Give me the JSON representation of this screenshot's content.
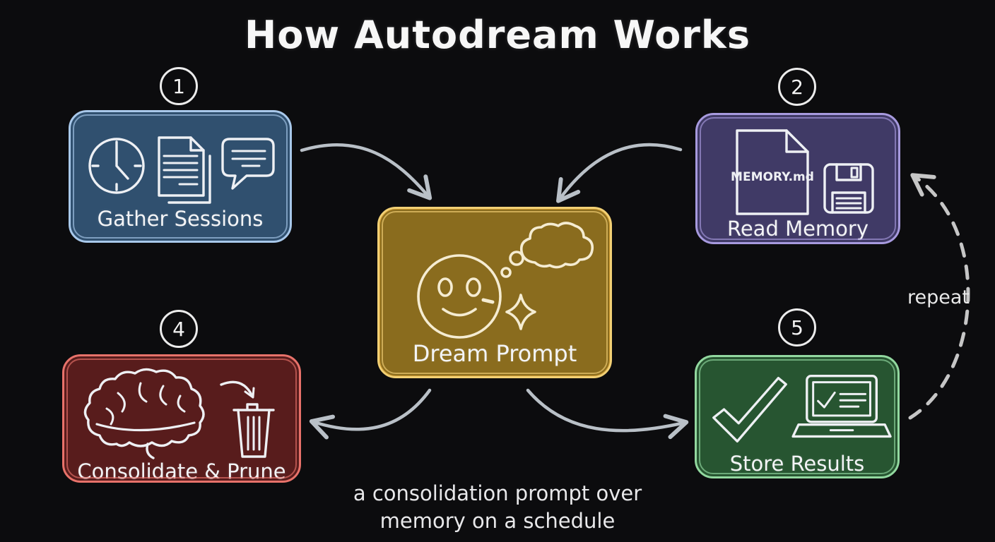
{
  "title": "How Autodream Works",
  "nodes": {
    "gather": {
      "number": "1",
      "label": "Gather Sessions"
    },
    "read": {
      "number": "2",
      "label": "Read Memory",
      "file_label": "MEMORY.md"
    },
    "dream": {
      "label": "Dream Prompt"
    },
    "consolidate": {
      "number": "4",
      "label": "Consolidate & Prune"
    },
    "store": {
      "number": "5",
      "label": "Store Results"
    }
  },
  "annotations": {
    "repeat_label": "repeat",
    "caption_line1": "a consolidation prompt over",
    "caption_line2": "memory on a schedule"
  },
  "colors": {
    "background": "#0c0c0e",
    "title_text": "#f7f7f7",
    "icon_stroke": "#eef0f4",
    "arrow": "#b9c0c7",
    "repeat_arrow": "#c6c6c6",
    "gather_fill": "#30506f",
    "gather_border": "#a8c8ea",
    "read_fill": "#403a66",
    "read_border": "#a79ade",
    "dream_fill": "#8a6c1e",
    "dream_border": "#f2d074",
    "consolidate_fill": "#581c1c",
    "consolidate_border": "#e8726a",
    "store_fill": "#275531",
    "store_border": "#92d89f"
  }
}
